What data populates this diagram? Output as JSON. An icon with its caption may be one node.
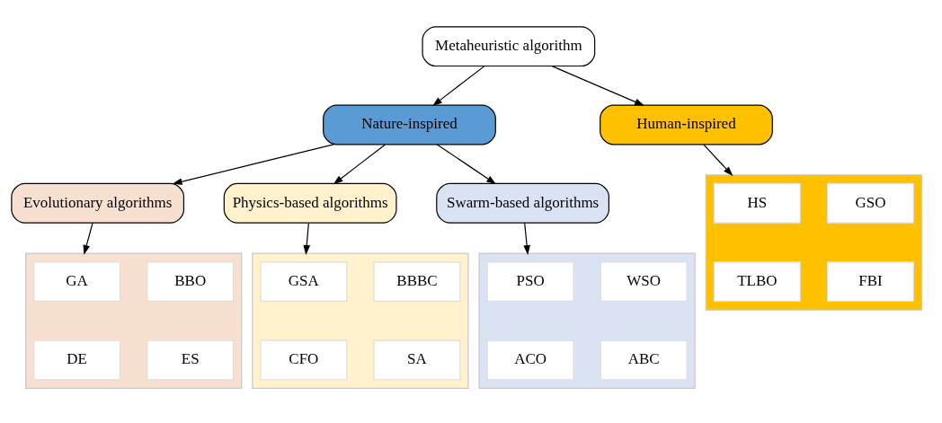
{
  "diagram": {
    "nodes": [
      {
        "text": [
          "Metaheuristic algorithm"
        ]
      },
      {
        "text": [
          "Nature-inspired"
        ]
      },
      {
        "text": [
          "Human-inspired"
        ]
      },
      {
        "text": [
          "Evolutionary algorithms"
        ]
      },
      {
        "text": [
          "Physics-based algorithms"
        ]
      },
      {
        "text": [
          "Swarm-based algorithms"
        ]
      },
      {
        "text": [],
        "shape": "box"
      },
      {
        "text": [
          "GA"
        ],
        "in": 6
      },
      {
        "text": [
          "BBO"
        ],
        "in": 6
      },
      {
        "text": [
          "DE"
        ],
        "in": 6
      },
      {
        "text": [
          "ES"
        ],
        "in": 6
      },
      {
        "text": [],
        "shape": "box"
      },
      {
        "text": [
          "GSA"
        ],
        "in": 11
      },
      {
        "text": [
          "BBBC"
        ],
        "in": 11
      },
      {
        "text": [
          "CFO"
        ],
        "in": 11
      },
      {
        "text": [
          "SA"
        ],
        "in": 11
      },
      {
        "text": [],
        "shape": "box"
      },
      {
        "text": [
          "PSO"
        ],
        "in": 16
      },
      {
        "text": [
          "WSO"
        ],
        "in": 16
      },
      {
        "text": [
          "ACO"
        ],
        "in": 16
      },
      {
        "text": [
          "ABC"
        ],
        "in": 16
      },
      {
        "text": [],
        "shape": "box"
      },
      {
        "text": [
          "HS"
        ],
        "in": 21
      },
      {
        "text": [
          "GSO"
        ],
        "in": 21
      },
      {
        "text": [
          "TLBO"
        ],
        "in": 21
      },
      {
        "text": [
          "FBI"
        ],
        "in": 21
      }
    ],
    "edges": [
      {
        "from": 0,
        "to": 1,
        "arrow": "to"
      },
      {
        "from": 0,
        "to": 2,
        "arrow": "to"
      },
      {
        "from": 1,
        "to": 3,
        "arrow": "to"
      },
      {
        "from": 1,
        "to": 4,
        "arrow": "to"
      },
      {
        "from": 1,
        "to": 5,
        "arrow": "to"
      },
      {
        "from": 3,
        "to": 6,
        "arrow": "to"
      },
      {
        "from": 4,
        "to": 11,
        "arrow": "to"
      },
      {
        "from": 5,
        "to": 16,
        "arrow": "to"
      },
      {
        "from": 2,
        "to": 21,
        "arrow": "to"
      }
    ]
  }
}
